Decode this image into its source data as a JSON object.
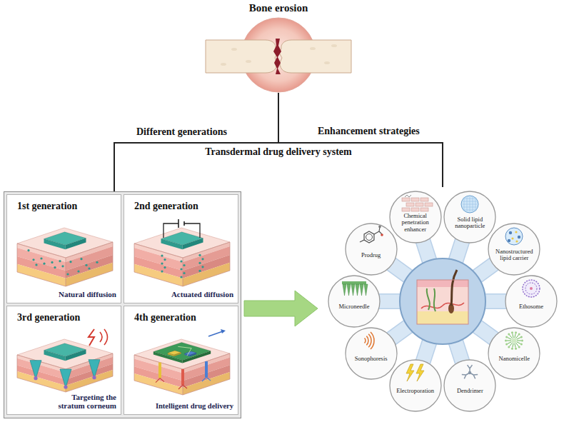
{
  "diagram": {
    "nodes": [
      {
        "text": [
          "Bone erosion"
        ]
      },
      {
        "text": [
          "Different generations"
        ]
      },
      {
        "text": [
          "1st generation",
          "Natural diffusion"
        ],
        "in": 1
      },
      {
        "text": [
          "2nd generation",
          "Actuated diffusion"
        ],
        "in": 1
      },
      {
        "text": [
          "3rd generation",
          "Targeting the stratum corneum"
        ],
        "in": 1
      },
      {
        "text": [
          "4th generation",
          "Intelligent drug delivery"
        ],
        "in": 1
      },
      {
        "text": [
          "Enhancement strategies"
        ]
      },
      {
        "text": [
          "Chemical penetration enhancer"
        ],
        "in": 6
      },
      {
        "text": [
          "Solid lipid nanoparticle"
        ],
        "in": 6
      },
      {
        "text": [
          "Nanostructured lipid carrier"
        ],
        "in": 6
      },
      {
        "text": [
          "Ethosome"
        ],
        "in": 6
      },
      {
        "text": [
          "Nanomicelle"
        ],
        "in": 6
      },
      {
        "text": [
          "Dendrimer"
        ],
        "in": 6
      },
      {
        "text": [
          "Electroporation"
        ],
        "in": 6
      },
      {
        "text": [
          "Sonophoresis"
        ],
        "in": 6
      },
      {
        "text": [
          "Microneedle"
        ],
        "in": 6
      },
      {
        "text": [
          "Prodrug"
        ],
        "in": 6
      }
    ],
    "edges": [
      {
        "from": 0,
        "to": 1,
        "arrow": "none"
      },
      {
        "from": 0,
        "to": 6,
        "arrow": "none"
      },
      {
        "from": 1,
        "to": 6,
        "arrow": "to"
      }
    ],
    "labels": [
      "Transdermal drug delivery system"
    ]
  }
}
